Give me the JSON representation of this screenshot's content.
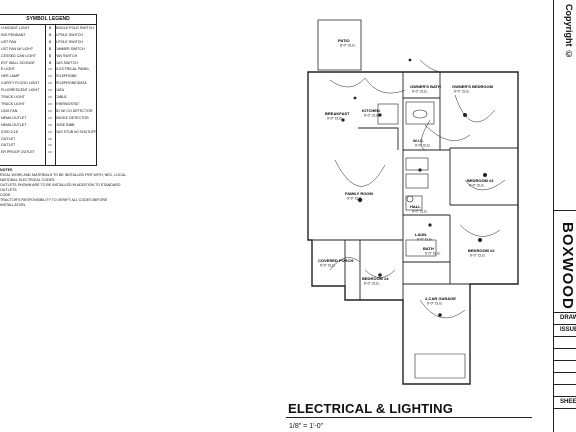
{
  "legend": {
    "title": "SYMBOL LEGEND",
    "left_items": [
      "H-MOUNT LIGHT",
      "ING PENDANT",
      "UST FAN",
      "UST FAN W/ LIGHT",
      "CESSED CAN LIGHT",
      "EXT WALL SCONCE",
      "E LIGHT",
      "HER LAMP",
      "CURITY FLOOD LIGHT",
      "FLUORESCENT LIGHT",
      "TRACK LIGHT",
      "TRACK LIGHT",
      "LING FAN",
      "NEMA OUTLET",
      "NEMA OUTLET",
      "ICED 0-15",
      "OUTLET",
      "OUTLET",
      "ER PROOF OUTLET"
    ],
    "symbols": [
      "$",
      "$",
      "$",
      "$",
      "$",
      "$",
      "▭",
      "▭",
      "▭",
      "▭",
      "▭",
      "▭",
      "▭",
      "▭",
      "▭",
      "▭",
      "▭",
      "▭",
      "▭"
    ],
    "right_items": [
      "SINGLE POLE SWITCH",
      "3-POLE SWITCH",
      "4-POLE SWITCH",
      "DIMMER SWITCH",
      "FAN SWITCH",
      "GAS SWITCH",
      "ELECTRICAL PANEL",
      "TELEPHONE",
      "TELEPHONE/DATA",
      "DATA",
      "CABLE",
      "THERMOSTAT",
      "SD W/ CO DETECTOR",
      "SMOKE DETECTOR",
      "HOSE BIBB",
      "GAS STUB W/ SHUTOFF",
      "",
      "",
      ""
    ]
  },
  "notes": {
    "heading": "NOTES",
    "lines": [
      "RICAL WORK AND MATERIALS TO BE INSTALLED PER WITH, NEC, LOCAL,",
      "NATIONAL ELECTRICAL CODES.",
      "OUTLETS SHOWN ARE TO BE INSTALLED IN ADDITION TO STANDARD OUTLETS",
      "CODE.",
      "TRACTOR'S RESPONSIBILITY TO VERIFY ALL CODES BEFORE INSTALLATION."
    ]
  },
  "rooms": [
    {
      "name": "PATIO",
      "dim": "8'-0\" CLG."
    },
    {
      "name": "OWNER'S BATH",
      "dim": "9'-0\" CLG."
    },
    {
      "name": "OWNER'S BEDROOM",
      "dim": "9'-0\" CLG."
    },
    {
      "name": "KITCHEN",
      "dim": "9'-0\" CLG."
    },
    {
      "name": "BREAKFAST",
      "dim": "9'-0\" CLG."
    },
    {
      "name": "W.I.C.",
      "dim": "9'-0\" CLG."
    },
    {
      "name": "BEDROOM #3",
      "dim": "9'-0\" CLG."
    },
    {
      "name": "FAMILY ROOM",
      "dim": "9'-0\" CLG."
    },
    {
      "name": "HALL",
      "dim": "9'-0\" CLG."
    },
    {
      "name": "LAUN.",
      "dim": "9'-0\" CLG."
    },
    {
      "name": "BATH",
      "dim": "9'-0\" CLG."
    },
    {
      "name": "BEDROOM #2",
      "dim": "9'-0\" CLG."
    },
    {
      "name": "COVERED PORCH",
      "dim": "9'-0\" CLG."
    },
    {
      "name": "BEDROOM #4",
      "dim": "9'-0\" CLG."
    },
    {
      "name": "2-CAR GARAGE",
      "dim": "9'-0\" CLG."
    }
  ],
  "drawing": {
    "title": "ELECTRICAL & LIGHTING",
    "scale": "1/8\" = 1'-0\""
  },
  "title_block": {
    "copyright": "Copyright ©",
    "project": "BOXWOOD",
    "rows": [
      "DRAW",
      "ISSUE",
      "",
      "",
      "",
      "",
      "",
      "SHEE"
    ]
  }
}
